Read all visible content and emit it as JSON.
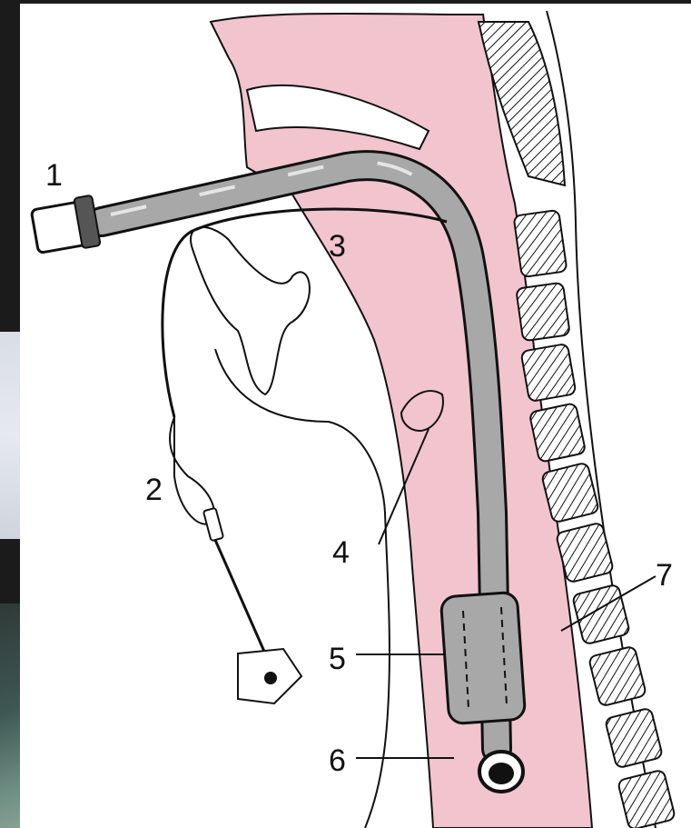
{
  "figure": {
    "labels": [
      {
        "id": "label-1",
        "text": "1"
      },
      {
        "id": "label-2",
        "text": "2"
      },
      {
        "id": "label-3",
        "text": "3"
      },
      {
        "id": "label-4",
        "text": "4"
      },
      {
        "id": "label-5",
        "text": "5"
      },
      {
        "id": "label-6",
        "text": "6"
      },
      {
        "id": "label-7",
        "text": "7"
      }
    ]
  },
  "colors": {
    "tissue_pink": "#f2c4ce",
    "tube_gray": "#a8a8a8",
    "outline": "#111111",
    "background_photos": [
      "#dfe3ea",
      "#3f5753"
    ]
  }
}
